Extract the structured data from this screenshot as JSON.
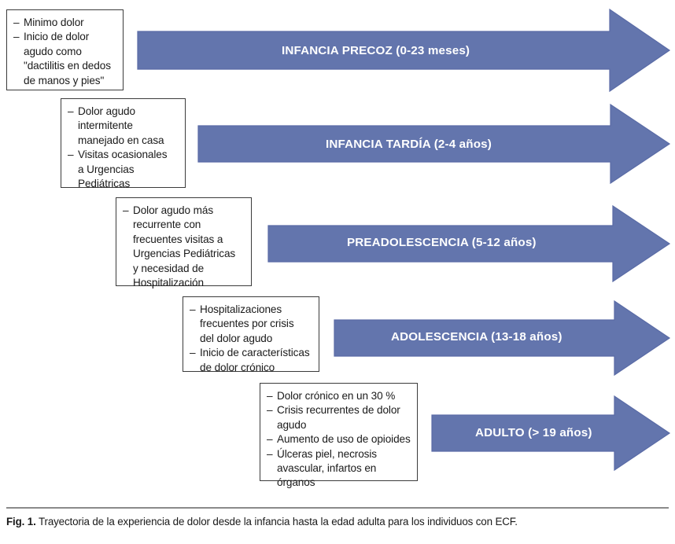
{
  "figure": {
    "accent_color": "#6375ad",
    "accent_edge_color": "#5a6ba6",
    "box_border_color": "#3b3b3b",
    "label_color": "#ffffff",
    "stages": [
      {
        "id": "infancia-precoz",
        "arrow_label_main": "INFANCIA PRECOZ",
        "arrow_label_range": "(0-23 meses)",
        "notes": [
          "Minimo dolor",
          "Inicio de dolor agudo como \"dactilitis en dedos de manos y pies\""
        ],
        "note_lines": [
          [
            "Minimo dolor"
          ],
          [
            "Inicio de dolor",
            "agudo como",
            "\"dactilitis en dedos",
            "de manos y pies\""
          ]
        ]
      },
      {
        "id": "infancia-tardia",
        "arrow_label_main": "INFANCIA TARDÍA",
        "arrow_label_range": "(2-4 años)",
        "notes": [
          "Dolor agudo intermitente manejado en casa",
          "Visitas ocasionales a Urgencias Pediátricas"
        ],
        "note_lines": [
          [
            "Dolor agudo",
            "intermitente",
            "manejado en casa"
          ],
          [
            "Visitas ocasionales",
            "a Urgencias",
            "Pediátricas"
          ]
        ]
      },
      {
        "id": "preadolescencia",
        "arrow_label_main": "PREADOLESCENCIA",
        "arrow_label_range": "(5-12 años)",
        "notes": [
          "Dolor agudo más recurrente con frecuentes visitas a Urgencias Pediátricas y necesidad de Hospitalización"
        ],
        "note_lines": [
          [
            "Dolor agudo más",
            "recurrente con",
            "frecuentes visitas a",
            "Urgencias Pediátricas",
            "y necesidad de",
            "Hospitalización"
          ]
        ]
      },
      {
        "id": "adolescencia",
        "arrow_label_main": "ADOLESCENCIA",
        "arrow_label_range": "(13-18 años)",
        "notes": [
          "Hospitalizaciones frecuentes por crisis del dolor agudo",
          "Inicio de características de dolor crónico"
        ],
        "note_lines": [
          [
            "Hospitalizaciones",
            "frecuentes por crisis",
            "del dolor agudo"
          ],
          [
            "Inicio de características",
            "de dolor crónico"
          ]
        ]
      },
      {
        "id": "adulto",
        "arrow_label_main": "ADULTO",
        "arrow_label_range": "(> 19 años)",
        "notes": [
          "Dolor crónico en un 30 %",
          "Crisis recurrentes de dolor agudo",
          "Aumento de uso de opioides",
          "Úlceras piel, necrosis avascular, infartos en órganos"
        ],
        "note_lines": [
          [
            "Dolor crónico en un 30 %"
          ],
          [
            "Crisis recurrentes de dolor",
            "agudo"
          ],
          [
            "Aumento de uso de opioides"
          ],
          [
            "Úlceras piel, necrosis",
            "avascular, infartos en",
            "órganos"
          ]
        ]
      }
    ],
    "bullet_dash": "–"
  },
  "caption": {
    "fig_label": "Fig. 1.",
    "text": "Trayectoria de la experiencia de dolor desde la infancia hasta la edad adulta para los individuos con ECF."
  }
}
